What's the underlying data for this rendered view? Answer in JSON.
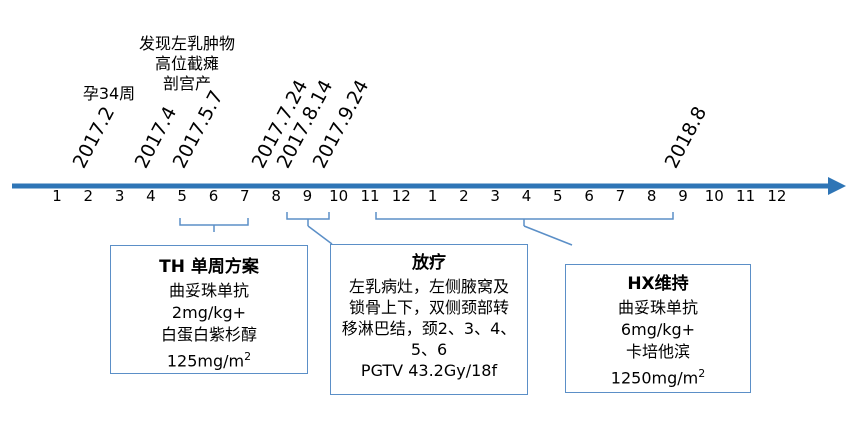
{
  "timeline": {
    "months": [
      "1",
      "2",
      "3",
      "4",
      "5",
      "6",
      "7",
      "8",
      "9",
      "10",
      "11",
      "12",
      "1",
      "2",
      "3",
      "4",
      "5",
      "6",
      "7",
      "8",
      "9",
      "10",
      "11",
      "12"
    ],
    "dates": [
      "2017.2",
      "2017.4",
      "2017.5.7",
      "2017.7.24",
      "2017.8.14",
      "2017.9.24",
      "2018.8"
    ],
    "color": "#2e75b6"
  },
  "events": {
    "pregnancy": "孕34周",
    "discovery": [
      "发现左乳肿物",
      "高位截瘫",
      "剖宫产"
    ]
  },
  "boxes": {
    "th": {
      "title": "TH 单周方案",
      "lines": [
        "曲妥珠单抗",
        "2mg/kg+",
        "白蛋白紫杉醇"
      ],
      "dose_main": "125mg/m",
      "dose_sup": "2"
    },
    "rt": {
      "title": "放疗",
      "lines": [
        "左乳病灶，左侧腋窝及",
        "锁骨上下，双侧颈部转",
        "移淋巴结，颈2、3、4、",
        "5、6",
        "PGTV 43.2Gy/18f"
      ]
    },
    "hx": {
      "title": "HX维持",
      "lines": [
        "曲妥珠单抗",
        "6mg/kg+",
        "卡培他滨"
      ],
      "dose_main": "1250mg/m",
      "dose_sup": "2"
    }
  }
}
